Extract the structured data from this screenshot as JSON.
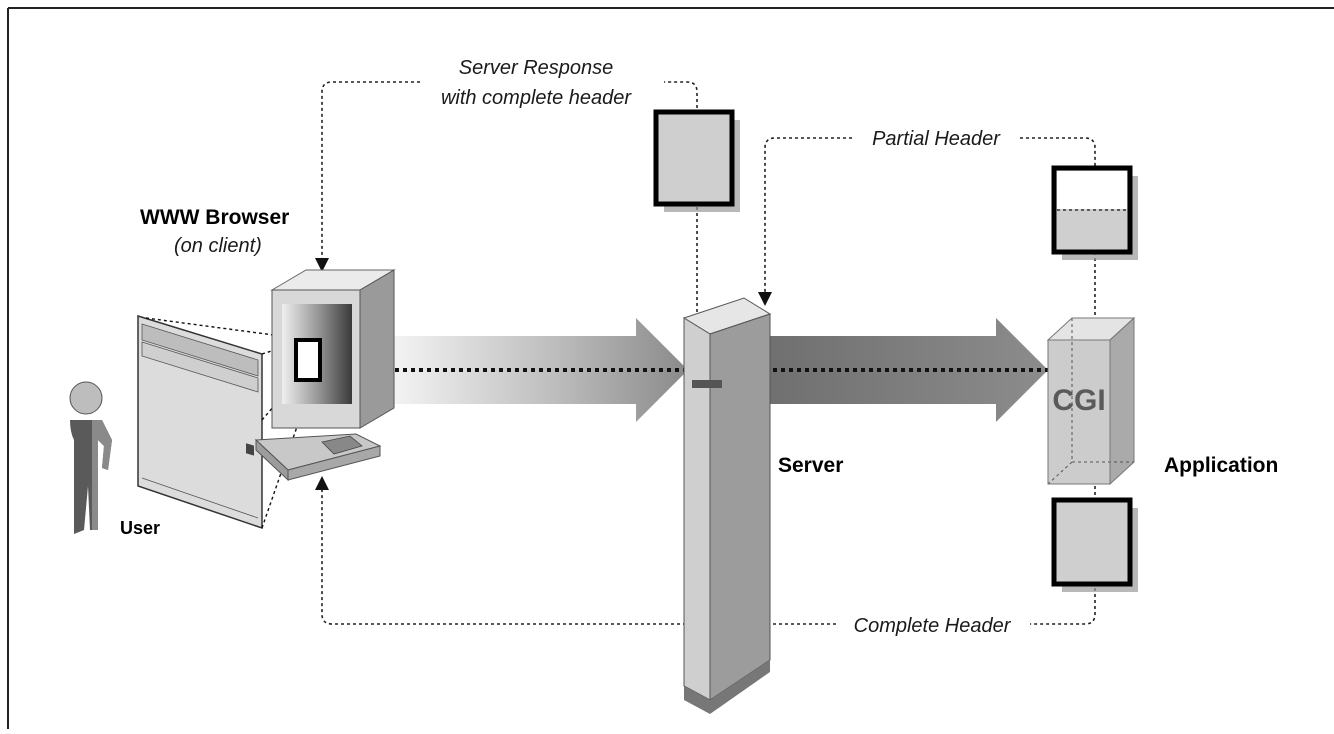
{
  "labels": {
    "browser_title": "WWW Browser",
    "browser_subtitle": "(on client)",
    "user": "User",
    "server": "Server",
    "application": "Application",
    "cgi": "CGI",
    "server_response_line1": "Server Response",
    "server_response_line2": "with complete header",
    "partial_header": "Partial Header",
    "complete_header": "Complete Header"
  }
}
